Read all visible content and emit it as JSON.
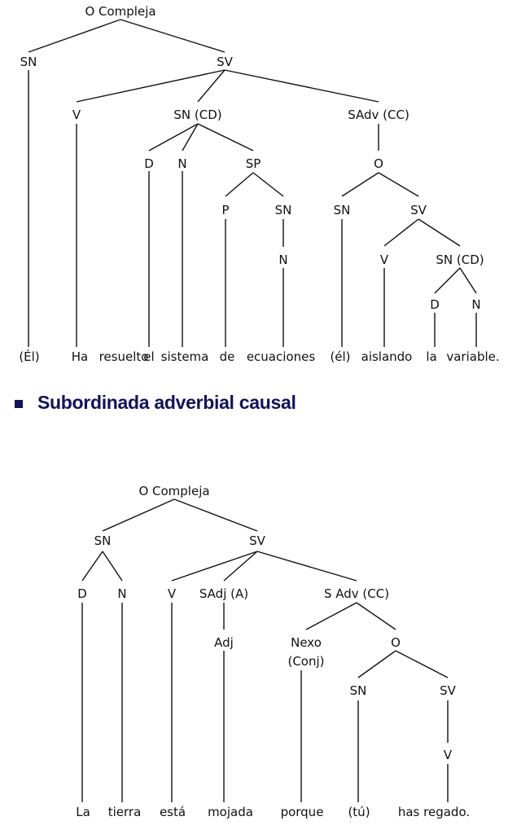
{
  "colors": {
    "ink": "#111111",
    "heading": "#12125e",
    "background": "#ffffff"
  },
  "heading": {
    "bullet_icon": "square-bullet-icon",
    "text": "Subordinada adverbial causal"
  },
  "tree1": {
    "nodes": {
      "root": "O Compleja",
      "sn": "SN",
      "sv": "SV",
      "v": "V",
      "sn_cd": "SN (CD)",
      "sadv": "SAdv (CC)",
      "d": "D",
      "n": "N",
      "sp": "SP",
      "o": "O",
      "p": "P",
      "sn2": "SN",
      "sn3": "SN",
      "sv2": "SV",
      "n2": "N",
      "v2": "V",
      "sn_cd2": "SN (CD)",
      "d2": "D",
      "n3": "N"
    },
    "words": [
      "(Él)",
      "Ha",
      "resuelto",
      "el",
      "sistema",
      "de",
      "ecuaciones",
      "(él)",
      "aislando",
      "la",
      "variable."
    ]
  },
  "tree2": {
    "nodes": {
      "root": "O Compleja",
      "sn": "SN",
      "sv": "SV",
      "d": "D",
      "n": "N",
      "v": "V",
      "sadj": "SAdj (A)",
      "sadv": "S Adv (CC)",
      "adj": "Adj",
      "nexo": "Nexo",
      "conj": "(Conj)",
      "o": "O",
      "sn2": "SN",
      "sv2": "SV",
      "v2": "V"
    },
    "words": [
      "La",
      "tierra",
      "está",
      "mojada",
      "porque",
      "(tú)",
      "has regado."
    ]
  }
}
